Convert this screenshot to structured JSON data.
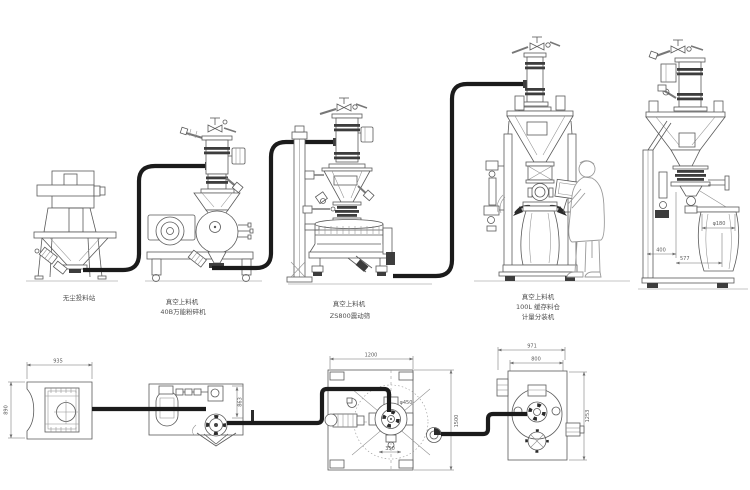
{
  "diagram_labels": {
    "station1": "无尘投料站",
    "station2_line1": "真空上料机",
    "station2_line2": "40B万能粉碎机",
    "station3_line1": "真空上料机",
    "station3_line2": "ZS800震动筛",
    "station4_line1": "真空上料机",
    "station4_line2": "100L 缓存料仓",
    "station4_line3": "计量分装机"
  },
  "dimensions": {
    "filler_diameter": "φ180",
    "filler_width": "400",
    "filler_depth": "577",
    "plan1_width": "935",
    "plan1_depth": "890",
    "plan2_depth": "863",
    "plan3_width": "1200",
    "plan3_depth": "1500",
    "plan3_circle": "φ450",
    "plan3_offset": "350",
    "plan4_width_outer": "971",
    "plan4_width_inner": "800",
    "plan4_depth": "1253"
  },
  "colors": {
    "background": "#ffffff",
    "line": "#5a5a5a",
    "pipe": "#1b1b1b"
  }
}
